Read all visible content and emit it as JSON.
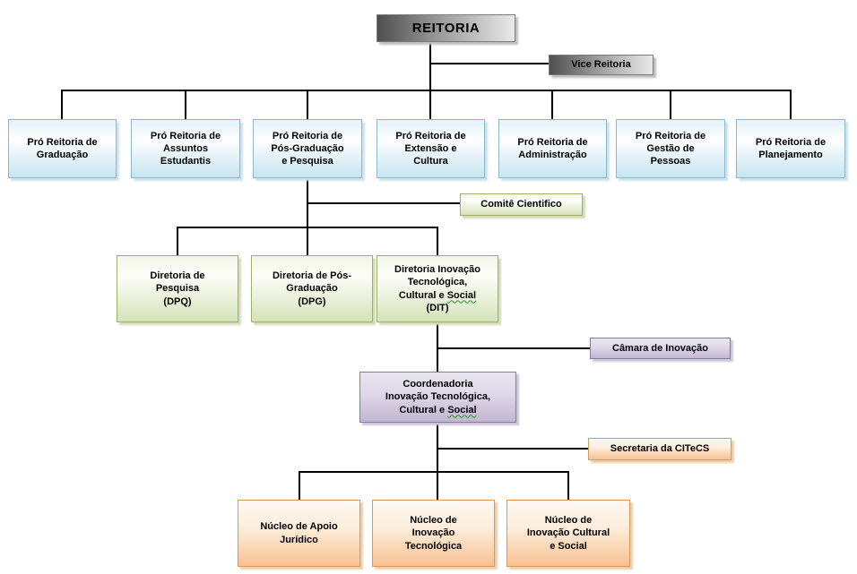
{
  "palette": {
    "connector": "#000000",
    "gray_box_dark": "#4f4f4f",
    "gray_box_light": "#e9e9e9",
    "blue_fill": "#c6e5f0",
    "blue_border": "#8fb8c9",
    "green_fill": "#d5e3ba",
    "green_border": "#9db069",
    "purple_fill": "#c2b6d1",
    "purple_border": "#877d99",
    "orange_fill": "#f7c291",
    "orange_border": "#d79a5e",
    "misspell_underline": "#2f8f2f"
  },
  "nodes": {
    "reitoria": {
      "label": "REITORIA"
    },
    "vice_reitoria": {
      "label": "Vice Reitoria"
    },
    "pro_reitorias": [
      {
        "label": "Pró Reitoria de\nGraduação"
      },
      {
        "label": "Pró Reitoria de\nAssuntos\nEstudantis"
      },
      {
        "label": "Pró Reitoria de\nPós-Graduação\ne Pesquisa"
      },
      {
        "label": "Pró Reitoria de\nExtensão e\nCultura"
      },
      {
        "label": "Pró Reitoria de\nAdministração"
      },
      {
        "label": "Pró Reitoria de\nGestão de\nPessoas"
      },
      {
        "label": "Pró Reitoria de\nPlanejamento"
      }
    ],
    "comite_cientifico": {
      "label": "Comitê Cientifico"
    },
    "diretorias": [
      {
        "label": "Diretoria de\nPesquisa\n(DPQ)"
      },
      {
        "label": "Diretoria de Pós-\nGraduação\n(DPG)"
      },
      {
        "label_pre": "Diretoria Inovação\nTecnológica,\nCultural e ",
        "label_underlined": "Social",
        "label_post": "\n(DIT)"
      }
    ],
    "camara_inovacao": {
      "label": "Câmara de Inovação"
    },
    "coordenadoria": {
      "label_pre": "Coordenadoria\nInovação Tecnológica,\nCultural e ",
      "label_underlined": "Social"
    },
    "secretaria_citecs": {
      "label": "Secretaria da CITeCS"
    },
    "nucleos": [
      {
        "label": "Núcleo de Apoio\nJurídico"
      },
      {
        "label": "Núcleo de\nInovação\nTecnológica"
      },
      {
        "label": "Núcleo de\nInovação Cultural\ne Social"
      }
    ]
  }
}
